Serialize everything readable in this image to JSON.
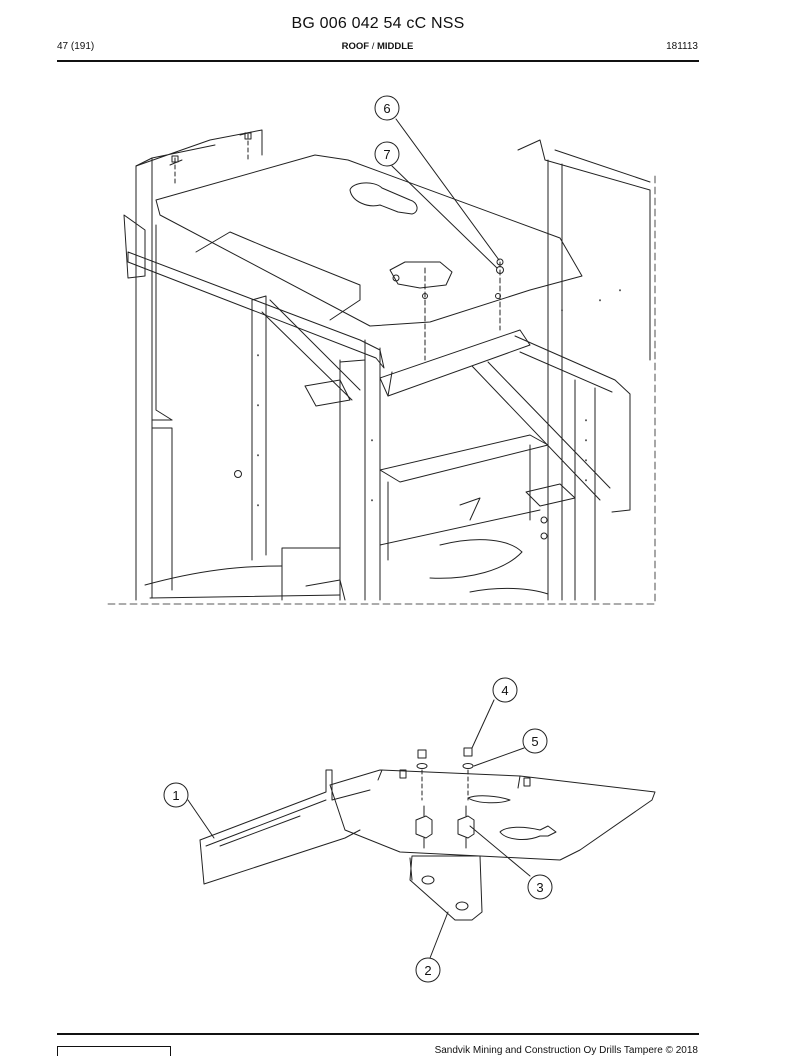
{
  "header": {
    "doc_code": "BG 006 042 54 cC NSS",
    "page_ref": "47 (191)",
    "section_main": "ROOF",
    "section_sep": "/",
    "section_sub": "MIDDLE",
    "doc_number": "181113"
  },
  "callouts": {
    "upper": [
      "6",
      "7"
    ],
    "lower": [
      "4",
      "5",
      "1",
      "3",
      "2"
    ]
  },
  "footer": {
    "copyright": "Sandvik Mining and Construction Oy Drills Tampere © 2018"
  },
  "colors": {
    "line": "#222222",
    "paper": "#ffffff"
  }
}
